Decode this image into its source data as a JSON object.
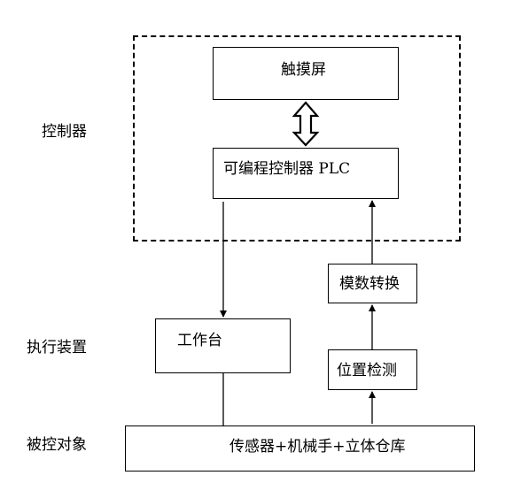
{
  "layers": {
    "controller": "控制器",
    "actuator": "执行装置",
    "controlled_object": "被控对象"
  },
  "boxes": {
    "touchscreen": "触摸屏",
    "plc": "可编程控制器 PLC",
    "ad_converter": "模数转换",
    "workbench": "工作台",
    "position_detection": "位置检测",
    "controlled_system": "传感器+机械手+立体仓库"
  }
}
